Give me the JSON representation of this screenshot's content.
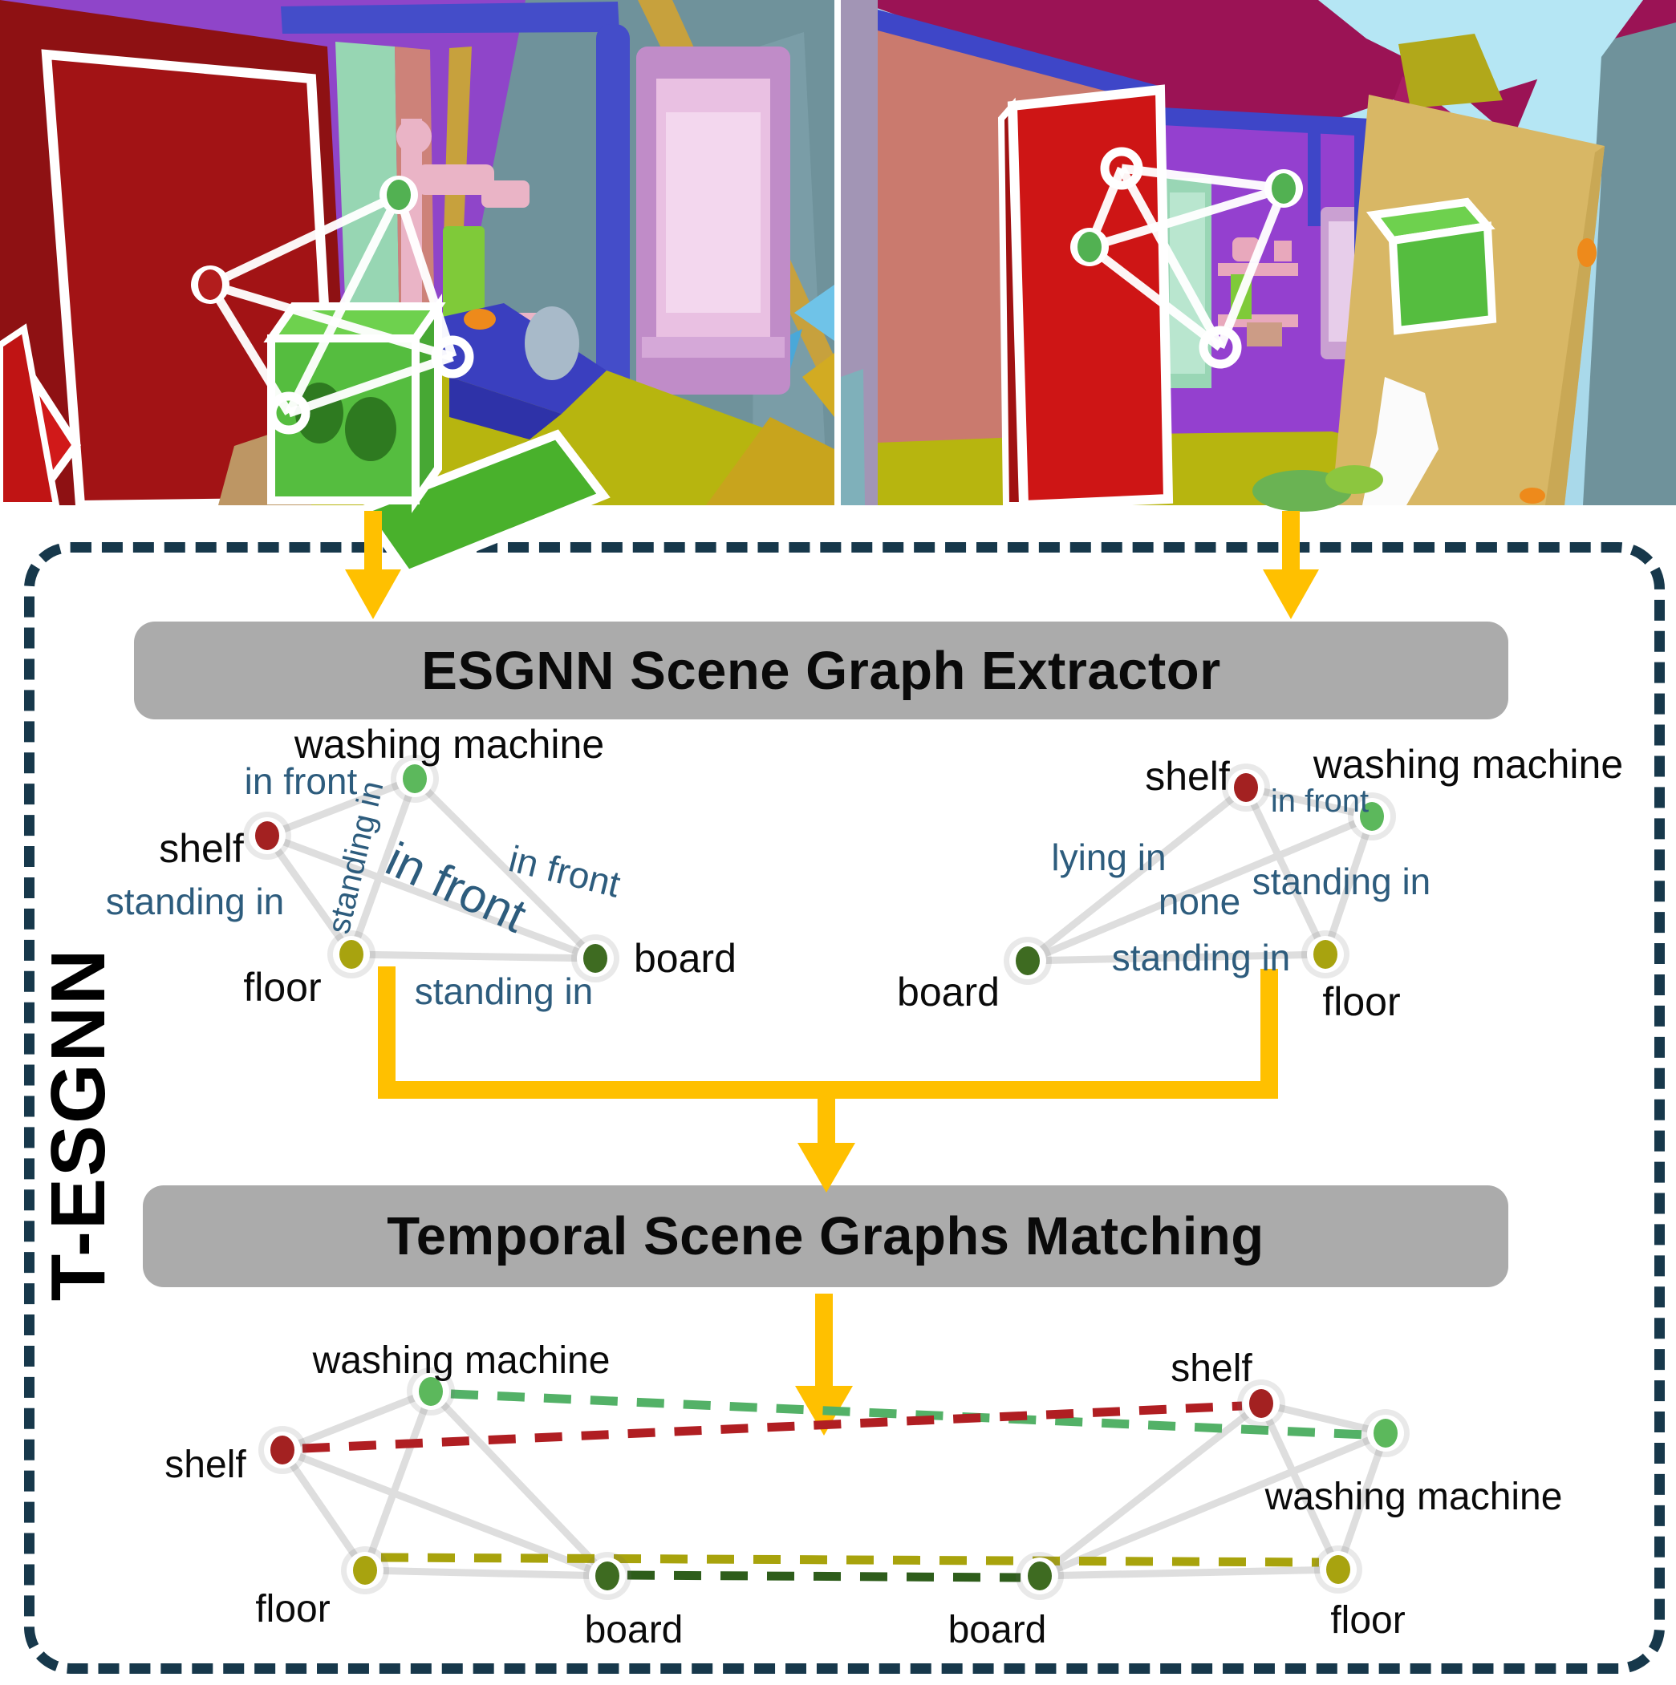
{
  "figure": {
    "framework_label": "T-ESGNN",
    "esgnn_bar_label": "ESGNN Scene Graph Extractor",
    "temporal_bar_label": "Temporal Scene Graphs Matching"
  },
  "labels": {
    "washing_machine": "washing machine",
    "shelf": "shelf",
    "floor": "floor",
    "board": "board",
    "in_front": "in front",
    "standing_in": "standing in",
    "lying_in": "lying in",
    "none": "none"
  },
  "colors": {
    "arrow": "#FFC000",
    "bar_bg": "#ABABAB",
    "dashed_border": "#17384B",
    "edge_label_blue": "#2D5C7D",
    "graph_edge_gray": "#DEDEDE",
    "node_green": "#5CB85C",
    "node_red": "#A32121",
    "node_olive": "#A8A30F",
    "node_dark_green": "#3E6B21",
    "match_green": "#53B167",
    "match_red": "#B01E22",
    "match_olive": "#A8A30C",
    "match_dark_green": "#2E5D1B"
  },
  "left_scene_graph": {
    "nodes": [
      "washing machine",
      "shelf",
      "floor",
      "board"
    ],
    "edges": [
      {
        "from": "shelf",
        "to": "washing machine",
        "label": "in front"
      },
      {
        "from": "washing machine",
        "to": "floor",
        "label": "standing in"
      },
      {
        "from": "washing machine",
        "to": "board",
        "label": "in front"
      },
      {
        "from": "shelf",
        "to": "floor",
        "label": "standing in"
      },
      {
        "from": "shelf",
        "to": "board",
        "label": "in front"
      },
      {
        "from": "floor",
        "to": "board",
        "label": "standing in"
      }
    ]
  },
  "right_scene_graph": {
    "nodes": [
      "shelf",
      "washing machine",
      "board",
      "floor"
    ],
    "edges": [
      {
        "from": "shelf",
        "to": "washing machine",
        "label": "in front"
      },
      {
        "from": "shelf",
        "to": "board",
        "label": "lying in"
      },
      {
        "from": "washing machine",
        "to": "board",
        "label": "none"
      },
      {
        "from": "washing machine",
        "to": "floor",
        "label": "standing in"
      },
      {
        "from": "board",
        "to": "floor",
        "label": "standing in"
      }
    ]
  },
  "matching": {
    "pairs": [
      {
        "left": "washing machine",
        "right": "washing machine",
        "color": "#53B167"
      },
      {
        "left": "shelf",
        "right": "shelf",
        "color": "#B01E22"
      },
      {
        "left": "floor",
        "right": "floor",
        "color": "#A8A30C"
      },
      {
        "left": "board",
        "right": "board",
        "color": "#2E5D1B"
      }
    ]
  }
}
